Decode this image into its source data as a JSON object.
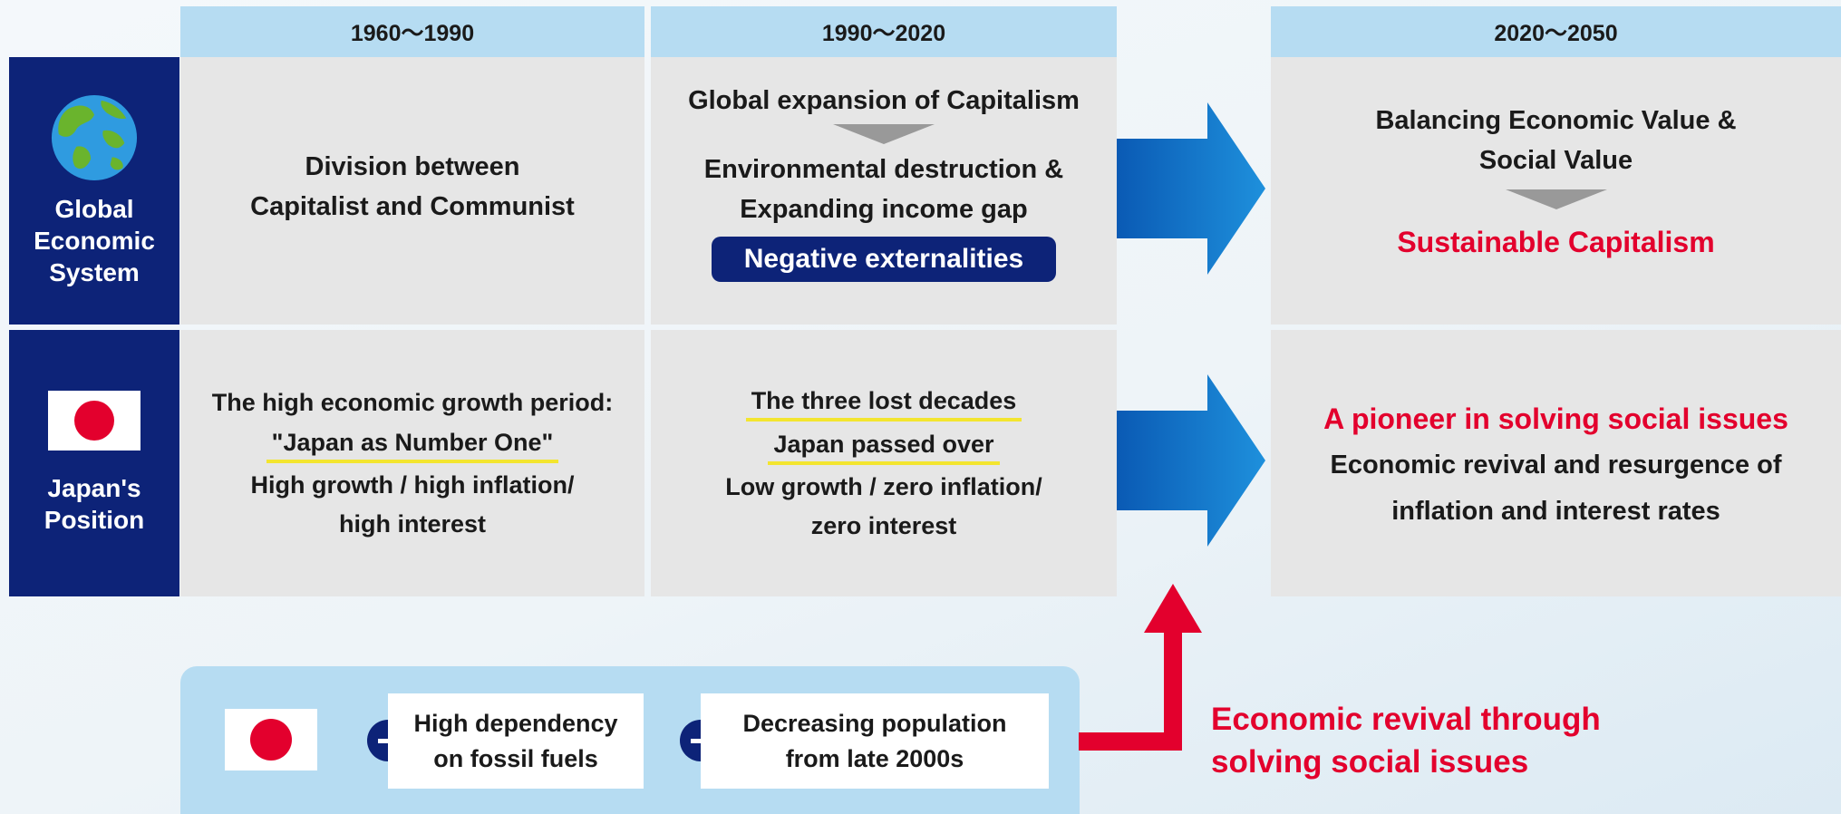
{
  "headers": {
    "period1": "1960～1990",
    "period2": "1990～2020",
    "period3": "2020～2050"
  },
  "rows": {
    "global": {
      "label": [
        "Global",
        "Economic",
        "System"
      ],
      "icon": "globe-icon"
    },
    "japan": {
      "label": [
        "Japan's",
        "Position"
      ],
      "icon": "japan-flag-icon"
    }
  },
  "global_cells": {
    "p1": [
      "Division between",
      "Capitalist and Communist"
    ],
    "p2_top": "Global expansion of Capitalism",
    "p2_mid": [
      "Environmental destruction &",
      "Expanding income gap"
    ],
    "p2_box": "Negative externalities",
    "p3_top": [
      "Balancing Economic Value &",
      "Social Value"
    ],
    "p3_bottom": "Sustainable Capitalism"
  },
  "japan_cells": {
    "p1_line1": "The high economic growth period:",
    "p1_line2": "\"Japan as Number One\"",
    "p1_line3": "High growth / high inflation/",
    "p1_line4": "high interest",
    "p2_line1": "The three lost decades",
    "p2_line2": "Japan passed over",
    "p2_line3": "Low growth / zero inflation/",
    "p2_line4": "zero interest",
    "p3_red": "A pioneer in solving social issues",
    "p3_line1": "Economic revival and resurgence of",
    "p3_line2": "inflation and interest rates"
  },
  "bottom": {
    "factor1": [
      "High dependency",
      "on fossil fuels"
    ],
    "factor2": [
      "Decreasing population",
      "from late 2000s"
    ],
    "revival": [
      "Economic revival through",
      "solving social issues"
    ]
  },
  "colors": {
    "navy": "#0d2378",
    "header_blue": "#b6dcf2",
    "cell_gray": "#e6e6e6",
    "accent_red": "#e3002d",
    "arrow_blue": "#1a73c4",
    "highlight_yellow": "#f3e52f"
  }
}
